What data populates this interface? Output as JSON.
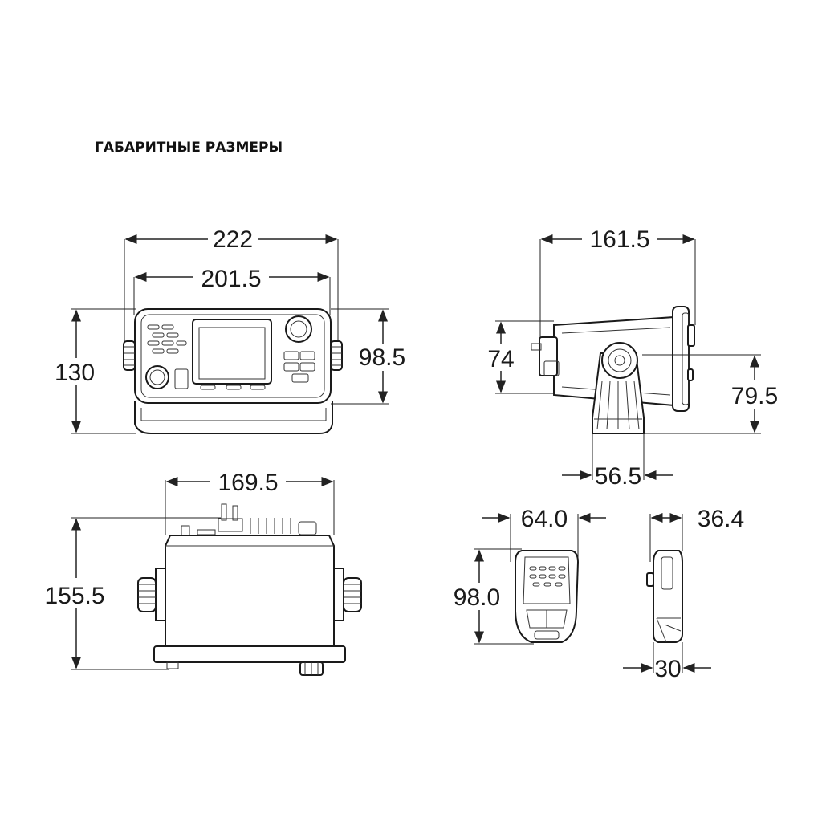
{
  "title": "ГАБАРИТНЫЕ РАЗМЕРЫ",
  "dimensions": {
    "front_width_total": "222",
    "front_width_body": "201.5",
    "front_height_total": "130",
    "front_height_body": "98.5",
    "side_depth": "161.5",
    "side_height_body": "74",
    "side_height_bracket": "79.5",
    "side_bracket_width": "56.5",
    "top_width": "169.5",
    "top_depth": "155.5",
    "mic_width": "64.0",
    "mic_height": "98.0",
    "mic_side_depth": "36.4",
    "mic_side_base": "30"
  }
}
